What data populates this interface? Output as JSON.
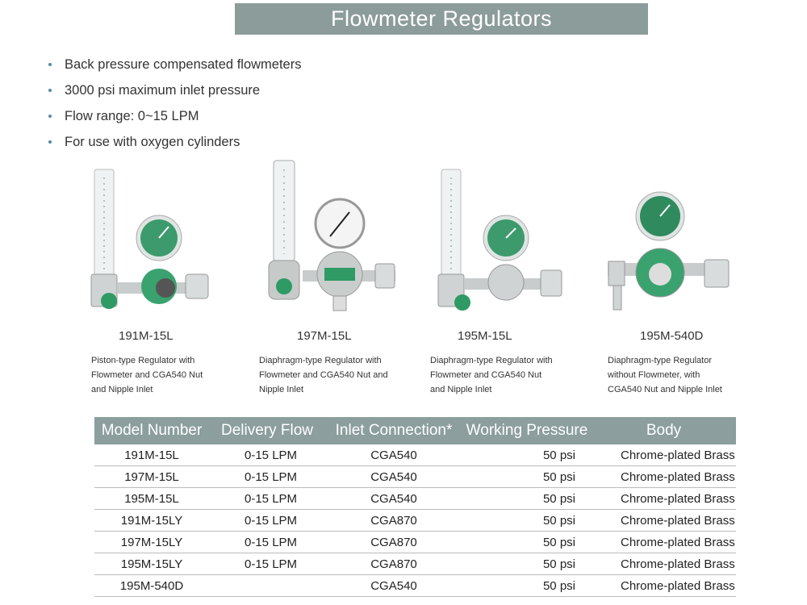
{
  "title": "Flowmeter Regulators",
  "bullets": [
    "Back pressure compensated flowmeters",
    "3000 psi maximum inlet pressure",
    "Flow range: 0~15 LPM",
    "For use with oxygen cylinders"
  ],
  "products": [
    {
      "model": "191M-15L",
      "desc": [
        "Piston-type Regulator with",
        "Flowmeter and CGA540 Nut",
        "and Nipple Inlet"
      ]
    },
    {
      "model": "197M-15L",
      "desc": [
        "Diaphragm-type Regulator with",
        "Flowmeter and CGA540 Nut and",
        "Nipple Inlet"
      ]
    },
    {
      "model": "195M-15L",
      "desc": [
        "Diaphragm-type Regulator with",
        "Flowmeter and CGA540 Nut",
        "and Nipple Inlet"
      ]
    },
    {
      "model": "195M-540D",
      "desc": [
        "Diaphragm-type Regulator",
        "without Flowmeter, with",
        "CGA540 Nut and Nipple Inlet"
      ]
    }
  ],
  "table": {
    "headers": [
      "Model Number",
      "Delivery Flow",
      "Inlet Connection*",
      "Working Pressure",
      "Body"
    ],
    "rows": [
      [
        "191M-15L",
        "0-15 LPM",
        "CGA540",
        "50 psi",
        "Chrome-plated Brass"
      ],
      [
        "197M-15L",
        "0-15 LPM",
        "CGA540",
        "50 psi",
        "Chrome-plated Brass"
      ],
      [
        "195M-15L",
        "0-15 LPM",
        "CGA540",
        "50 psi",
        "Chrome-plated Brass"
      ],
      [
        "191M-15LY",
        "0-15 LPM",
        "CGA870",
        "50 psi",
        "Chrome-plated Brass"
      ],
      [
        "197M-15LY",
        "0-15 LPM",
        "CGA870",
        "50 psi",
        "Chrome-plated Brass"
      ],
      [
        "195M-15LY",
        "0-15 LPM",
        "CGA870",
        "50 psi",
        "Chrome-plated Brass"
      ],
      [
        "195M-540D",
        "",
        "CGA540",
        "50 psi",
        "Chrome-plated Brass"
      ]
    ]
  },
  "colors": {
    "title_bg": "#8c9c9b",
    "header_bg": "#8c9e9e",
    "gauge_green": "#2f8a5e"
  }
}
